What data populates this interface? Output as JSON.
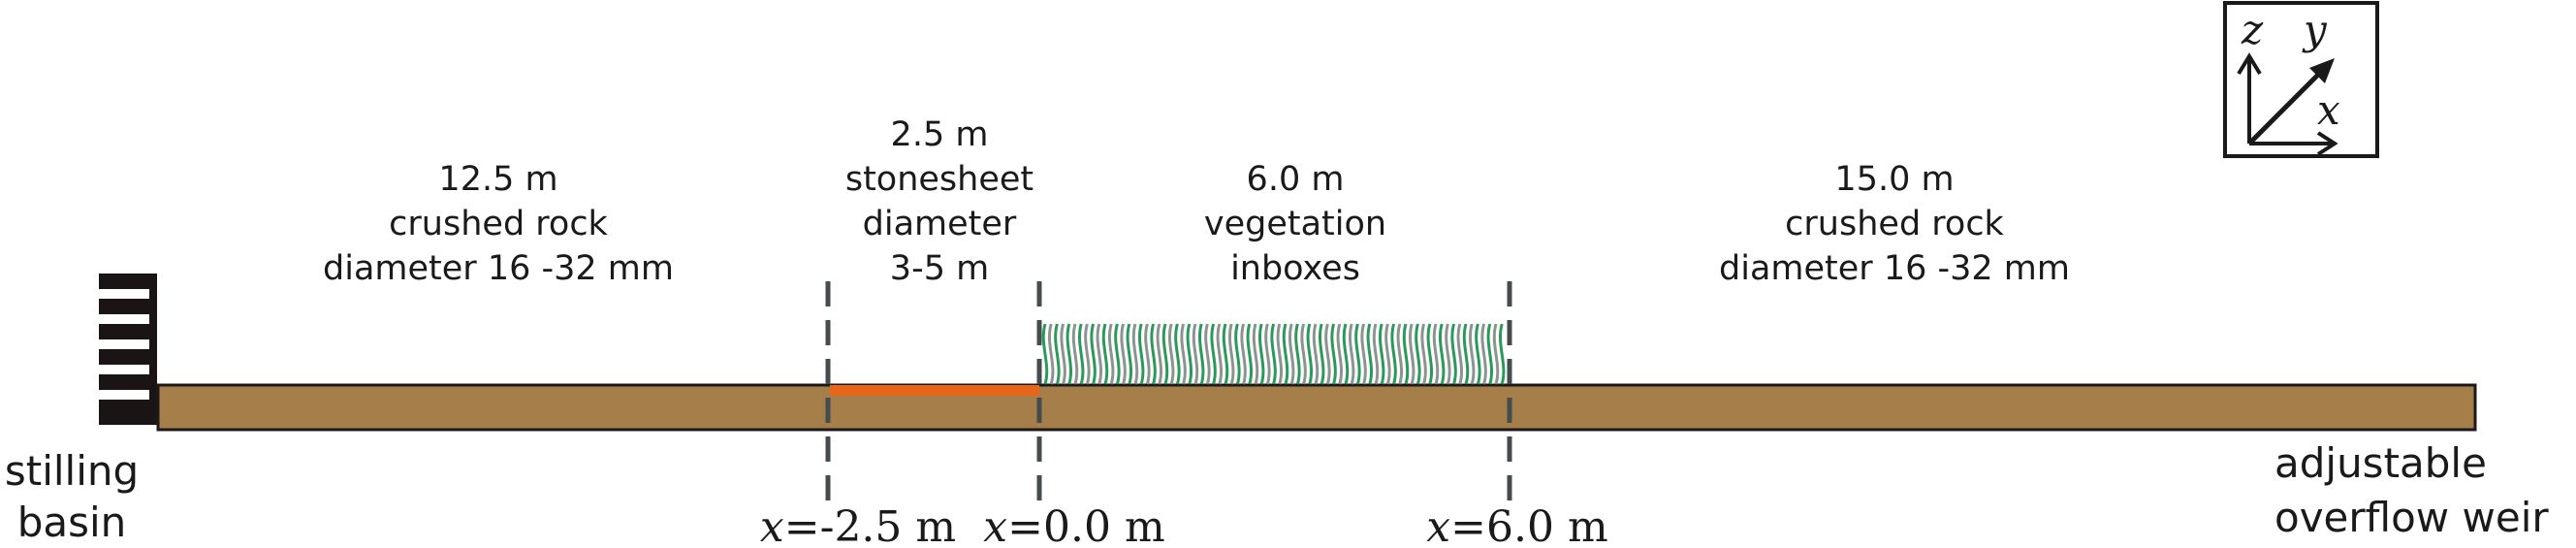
{
  "sections": [
    {
      "length": "12.5 m",
      "material": "crushed rock",
      "detail": "diameter 16 -32 mm"
    },
    {
      "length": "2.5 m",
      "material": "stonesheet",
      "detail_line1": "diameter",
      "detail_line2": "3-5 m"
    },
    {
      "length": "6.0 m",
      "material": "vegetation",
      "detail": "inboxes"
    },
    {
      "length": "15.0 m",
      "material": "crushed rock",
      "detail": "diameter 16 -32 mm"
    }
  ],
  "ends": {
    "left_line1": "stilling",
    "left_line2": "basin",
    "right_line1": "adjustable",
    "right_line2": "overflow weir"
  },
  "markers": [
    {
      "var": "x",
      "value": "=-2.5 m"
    },
    {
      "var": "x",
      "value": "=0.0 m"
    },
    {
      "var": "x",
      "value": "=6.0 m"
    }
  ],
  "axes": {
    "z": "z",
    "y": "y",
    "x": "x"
  },
  "colors": {
    "bed": "#a57e4a",
    "stonesheet": "#e8651c",
    "vegetation_green": "#2a9a5a",
    "vegetation_grey": "#8c948e",
    "dashed": "#444c4e",
    "basin": "#1a1414"
  }
}
